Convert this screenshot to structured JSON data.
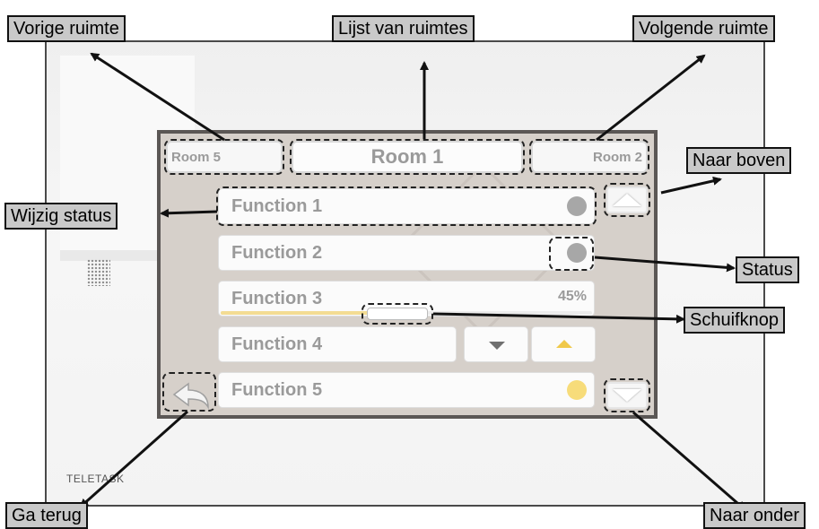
{
  "device": {
    "brand": "TELETASK"
  },
  "rooms": {
    "previous": "Room 5",
    "current": "Room 1",
    "next": "Room 2"
  },
  "functions": [
    {
      "label": "Function 1",
      "status": "off"
    },
    {
      "label": "Function 2",
      "status": "off"
    },
    {
      "label": "Function 3",
      "value_label": "45%",
      "level": 0.45
    },
    {
      "label": "Function 4"
    },
    {
      "label": "Function 5",
      "status": "on"
    }
  ],
  "status_colors": {
    "off": "#a7a7a7",
    "on": "#f7dc7a"
  },
  "icons": {
    "scroll_up": "triangle-up-icon",
    "scroll_down": "triangle-down-icon",
    "back": "back-arrow-icon",
    "decrease": "triangle-down-icon",
    "increase": "triangle-up-icon"
  },
  "callouts": {
    "previous_room": "Vorige ruimte",
    "room_list": "Lijst van ruimtes",
    "next_room": "Volgende ruimte",
    "scroll_up": "Naar boven",
    "change_status": "Wijzig status",
    "status": "Status",
    "slider": "Schuifknop",
    "go_back": "Ga terug",
    "scroll_down": "Naar onder"
  }
}
